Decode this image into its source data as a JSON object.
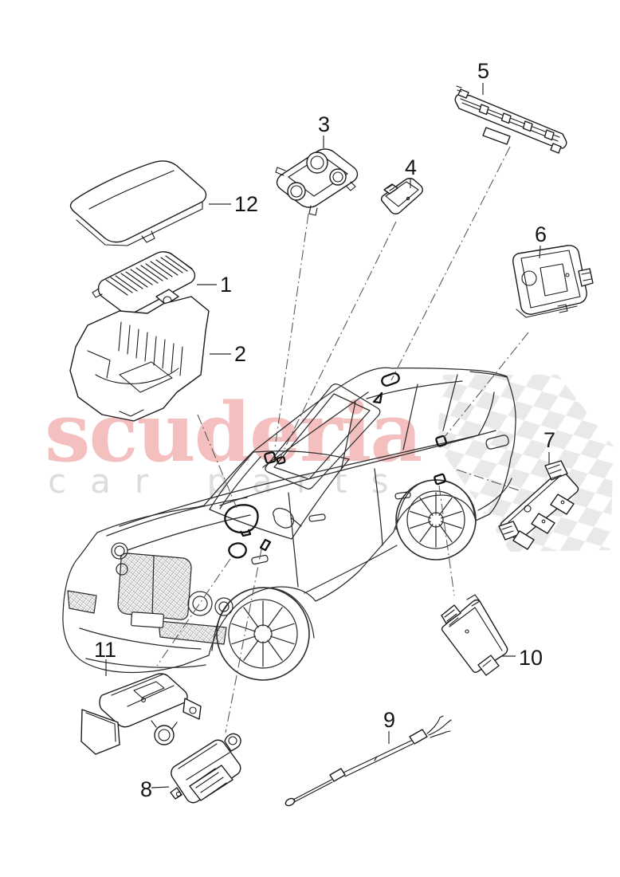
{
  "watermark": {
    "title": "scuderia",
    "subtitle": "car parts"
  },
  "colors": {
    "watermark_pink": "#f3bfbf",
    "watermark_gray": "#dcdcdc",
    "flag_gray": "#e7e7e7",
    "line_dark": "#2b2b2b",
    "leader_gray": "#5a5a5a",
    "label_dark": "#151515"
  },
  "callouts": {
    "c1": "1",
    "c2": "2",
    "c3": "3",
    "c4": "4",
    "c5": "5",
    "c6": "6",
    "c7": "7",
    "c8": "8",
    "c9": "9",
    "c10": "10",
    "c11": "11",
    "c12": "12"
  }
}
